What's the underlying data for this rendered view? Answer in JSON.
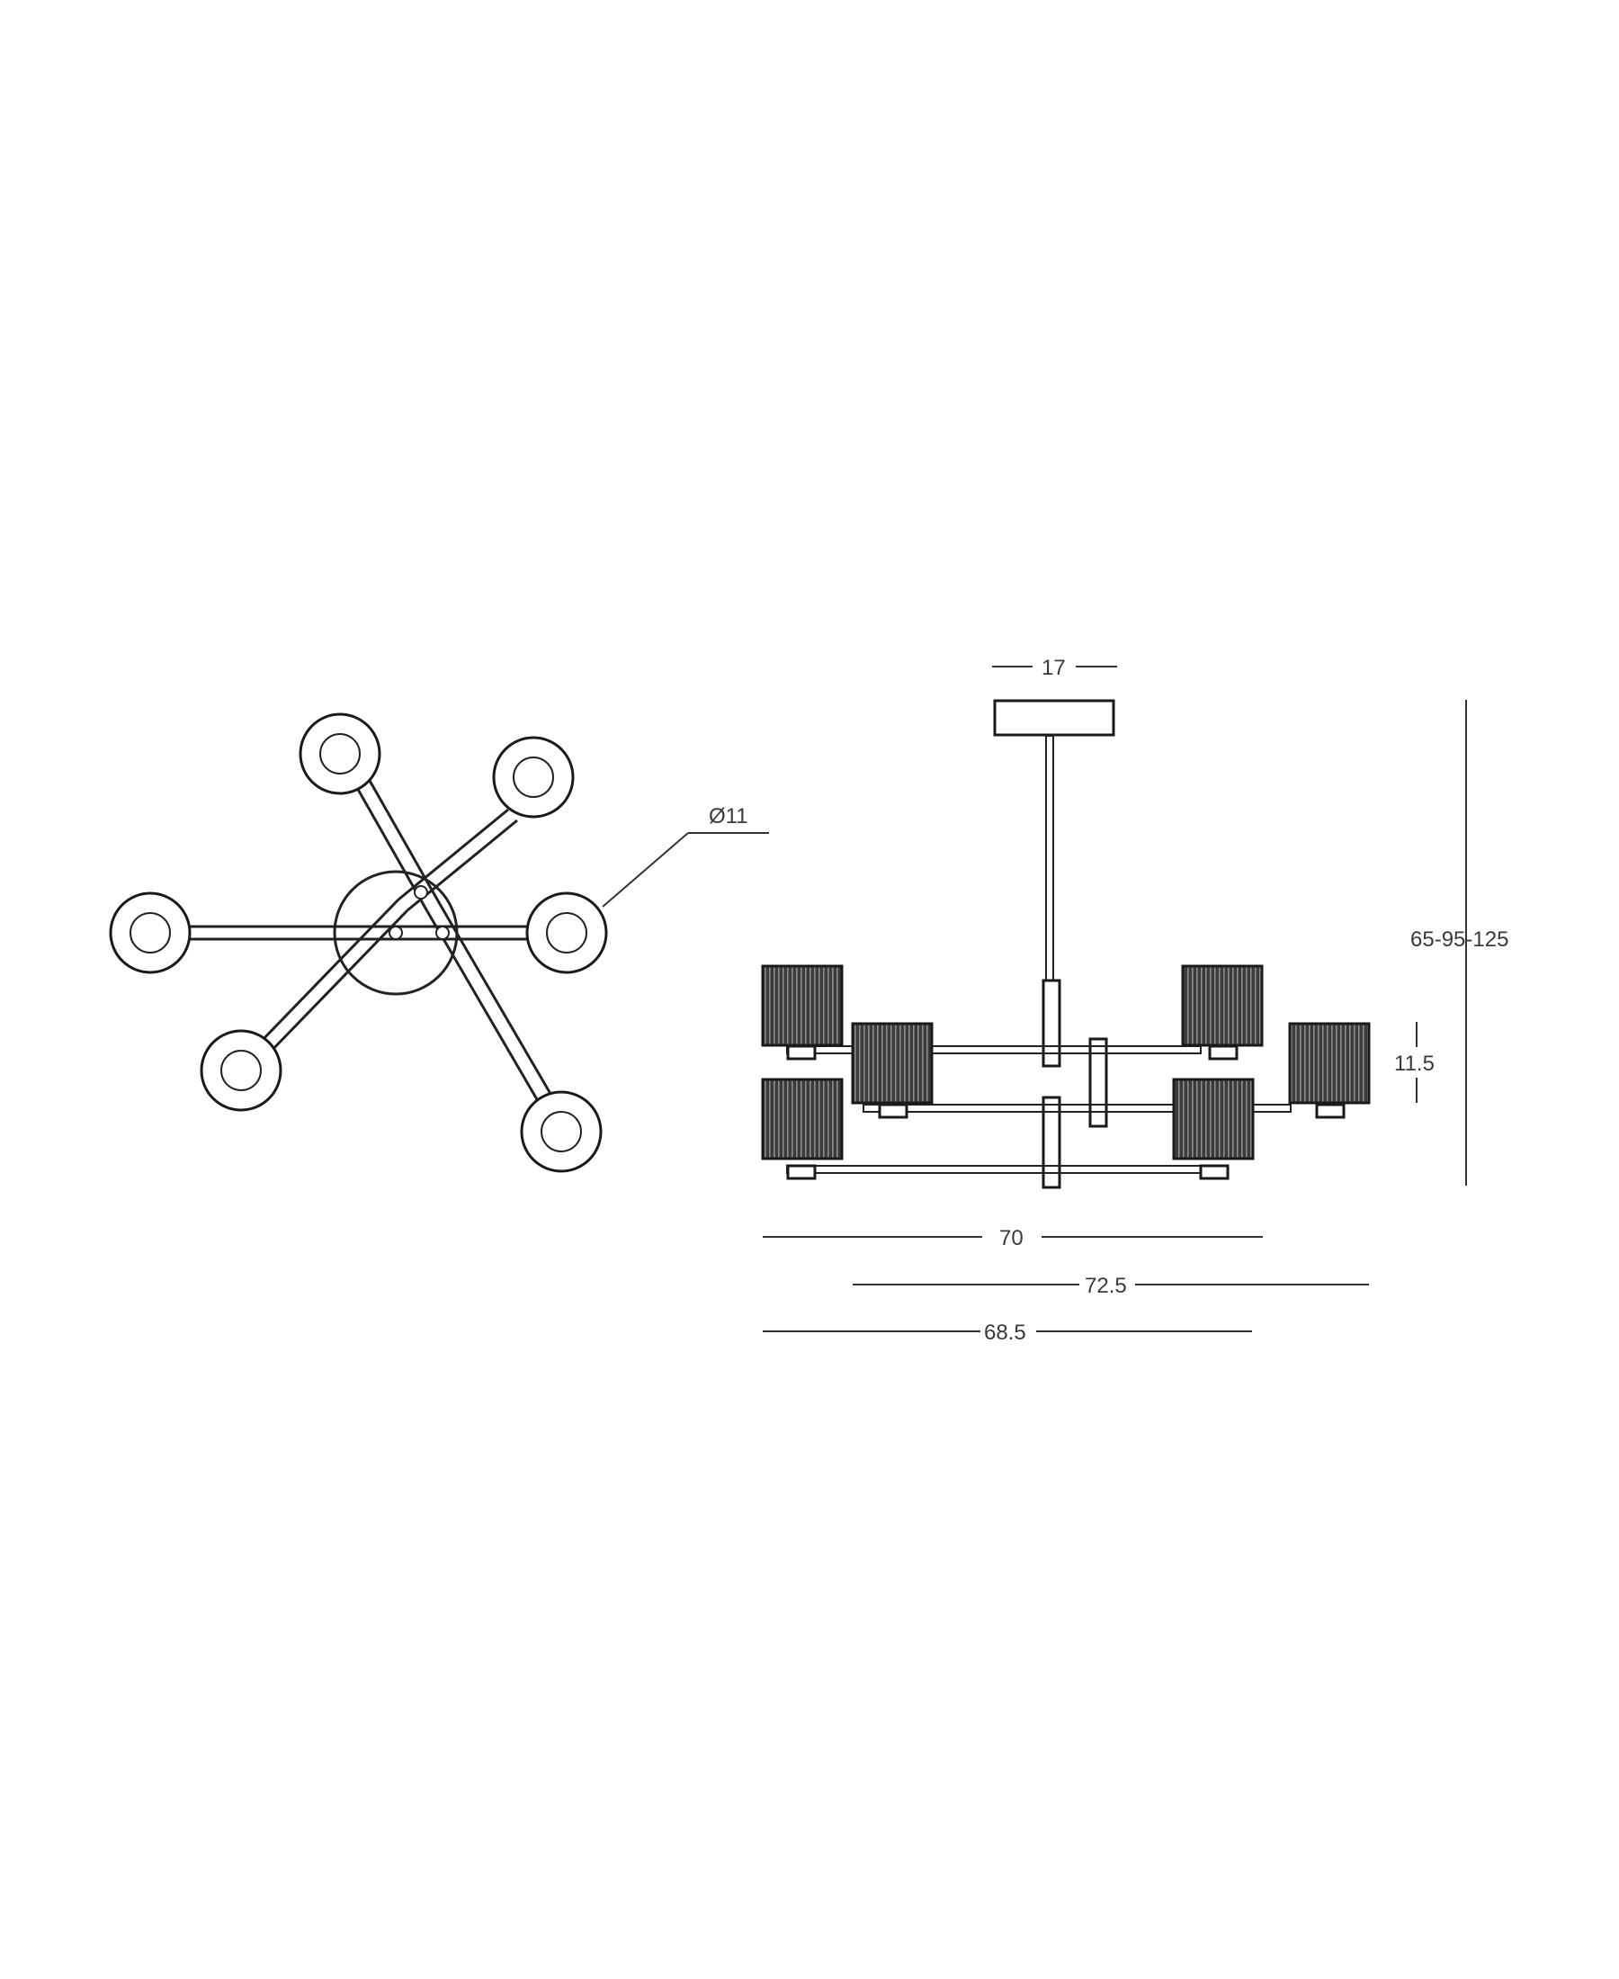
{
  "top_view": {
    "arm_count": 6,
    "diameter_label": "Ø11"
  },
  "side_view": {
    "canopy_width_label": "17",
    "total_height_label": "65-95-125",
    "shade_height_label": "11.5",
    "width_label_1": "70",
    "width_label_2": "72.5",
    "width_label_3": "68.5"
  },
  "colors": {
    "line": "#222222",
    "shade_fill": "#3c3c3c",
    "shade_stripe": "#8a8a8a",
    "background": "#ffffff"
  }
}
